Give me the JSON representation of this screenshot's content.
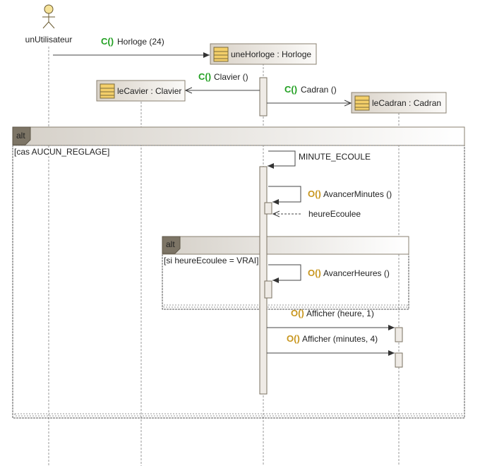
{
  "actor": {
    "label": "unUtilisateur"
  },
  "lifelines": {
    "horloge": {
      "label": "uneHorloge : Horloge"
    },
    "clavier": {
      "label": "leCavier : Clavier"
    },
    "cadran": {
      "label": "leCadran : Cadran"
    }
  },
  "stereotypes": {
    "create": "C()",
    "operation": "O()"
  },
  "messages": {
    "m1": "Horloge (24)",
    "m2": "Clavier ()",
    "m3": "Cadran ()",
    "m4": "MINUTE_ECOULE",
    "m5": "AvancerMinutes ()",
    "m6": "heureEcoulee",
    "m7": "AvancerHeures ()",
    "m8": "Afficher (heure, 1)",
    "m9": "Afficher (minutes, 4)"
  },
  "fragments": {
    "outer": {
      "keyword": "alt",
      "guard": "[cas AUCUN_REGLAGE]"
    },
    "inner": {
      "keyword": "alt",
      "guard": "[si heureEcoulee = VRAI]"
    }
  },
  "colors": {
    "create_stereotype": "#22a022",
    "operation_stereotype": "#c8961e",
    "class_icon": "#f3cf6a",
    "fragment_tab": "#7d7566"
  }
}
